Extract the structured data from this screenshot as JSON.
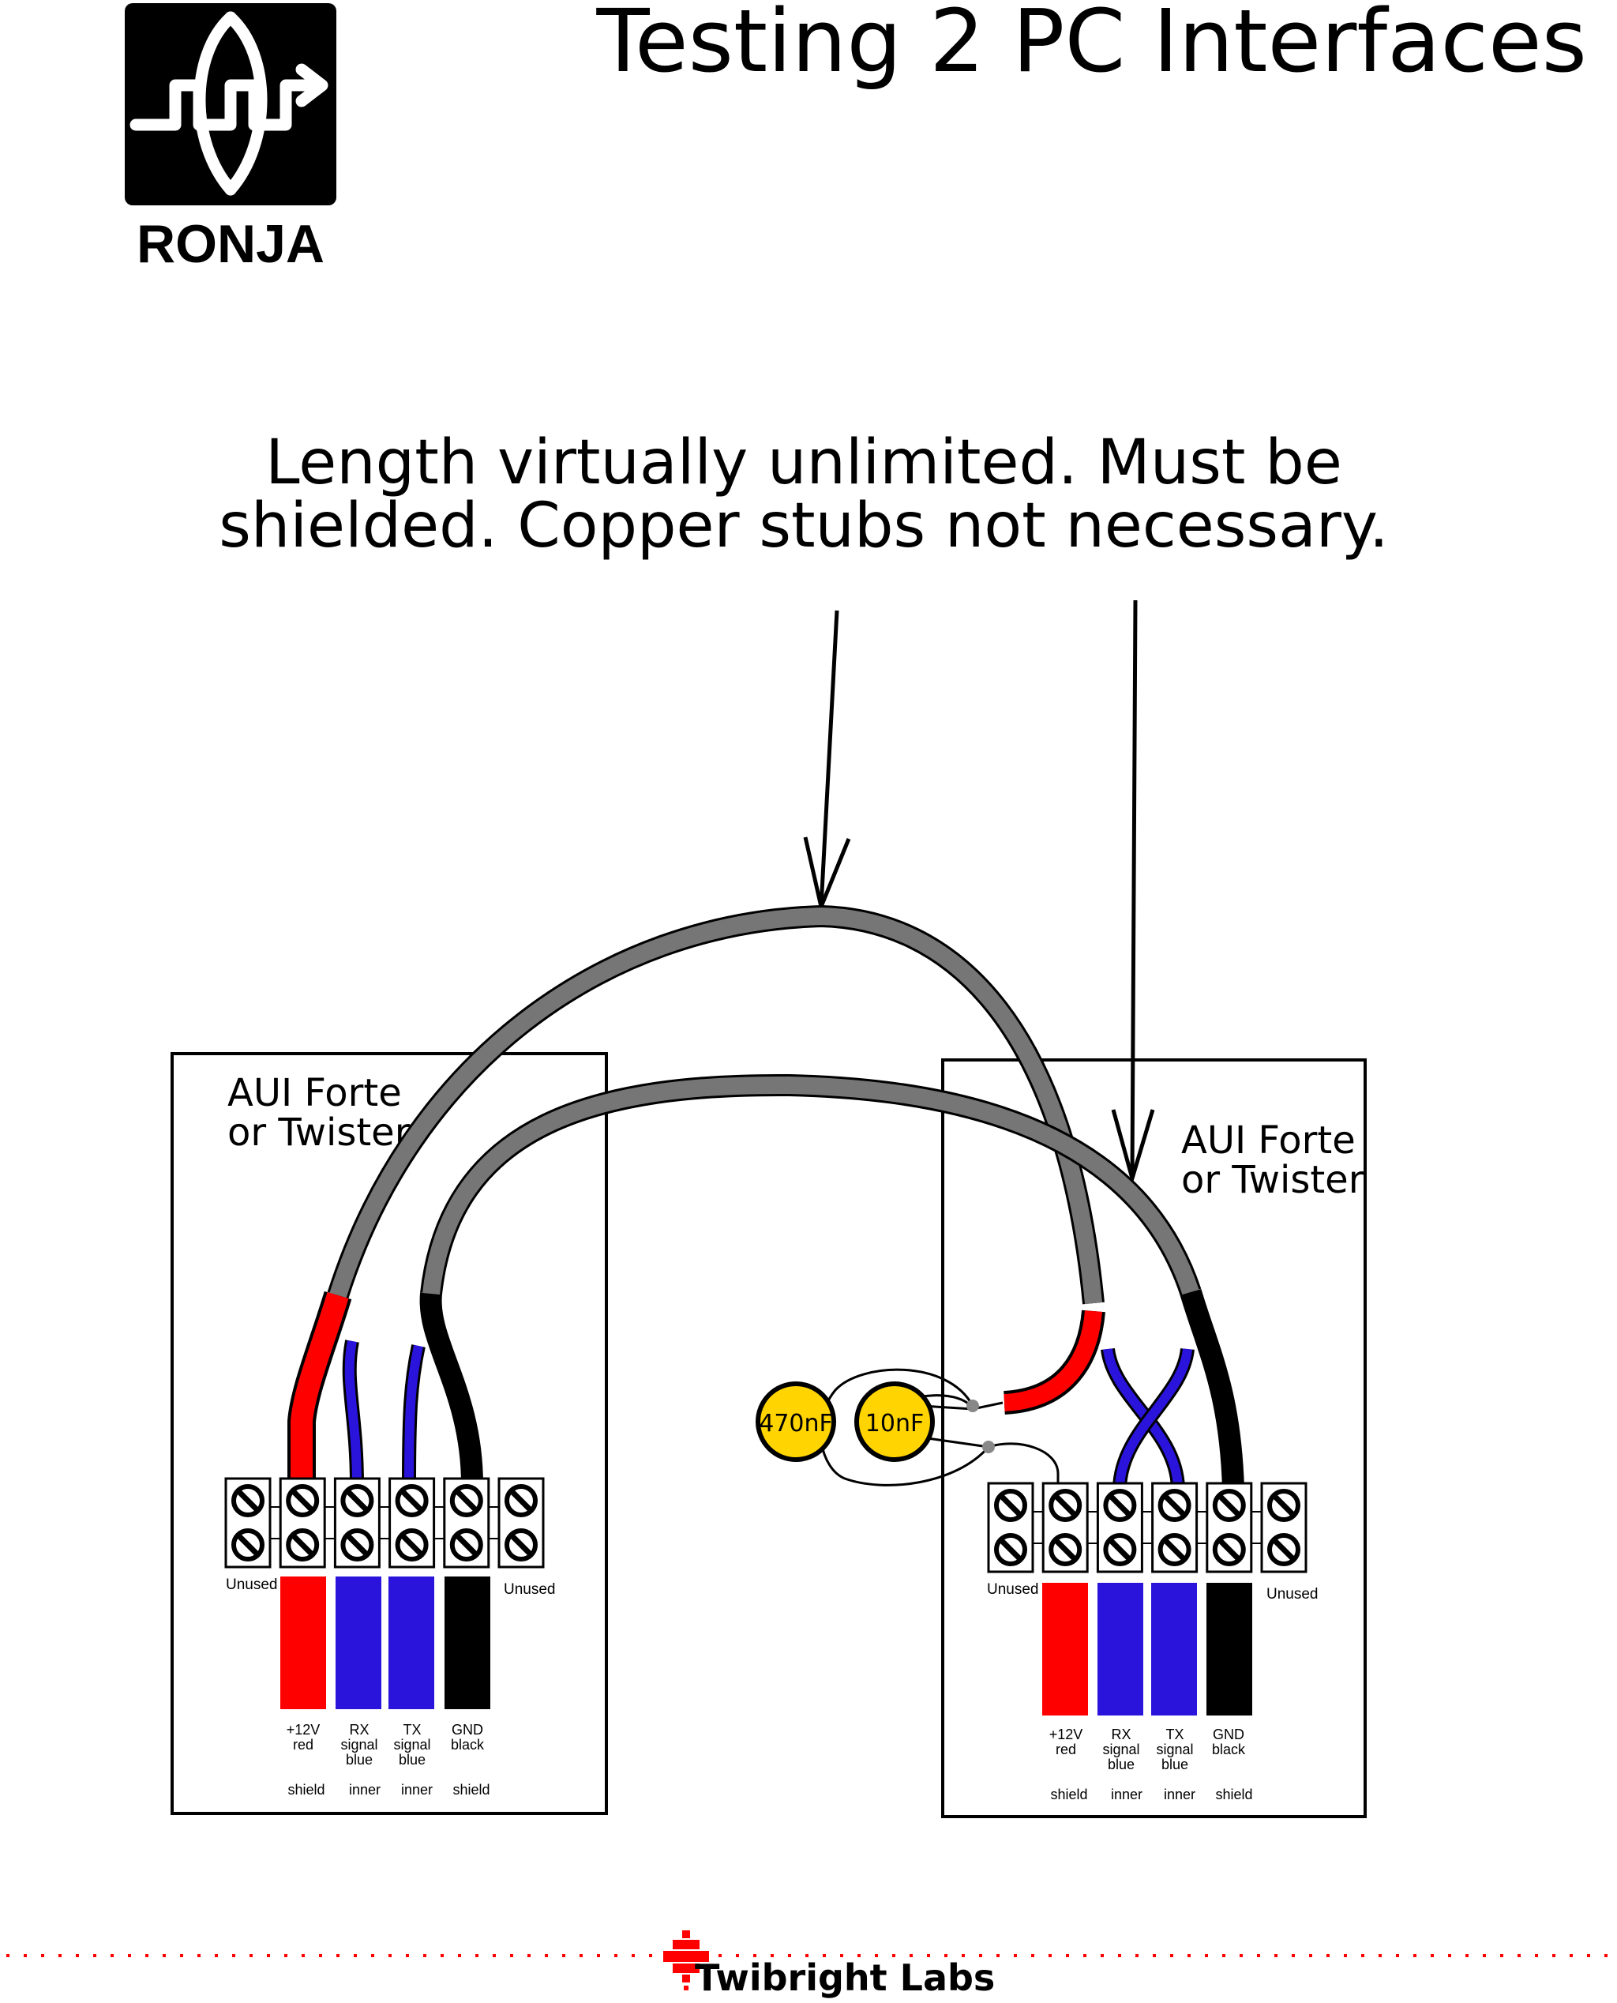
{
  "title": "Testing 2 PC Interfaces",
  "logo": {
    "text": "RONJA",
    "icon": "ronja-logo-icon"
  },
  "note": {
    "line1": "Length virtually unlimited. Must be",
    "line2": "shielded. Copper stubs not necessary."
  },
  "footer": {
    "text": "Twibright Labs"
  },
  "colors": {
    "red": "#ff0000",
    "blue": "#2a14dc",
    "black": "#000000",
    "cable": "#767676",
    "capacitor": "#ffd400"
  },
  "boxes": [
    {
      "title1": "AUI Forte",
      "title2": "or Twister",
      "unused_left": "Unused",
      "unused_right": "Unused",
      "wires": [
        {
          "l1": "+12V",
          "l2": "red",
          "l3": "",
          "role": "shield"
        },
        {
          "l1": "RX",
          "l2": "signal",
          "l3": "blue",
          "role": "inner"
        },
        {
          "l1": "TX",
          "l2": "signal",
          "l3": "blue",
          "role": "inner"
        },
        {
          "l1": "GND",
          "l2": "black",
          "l3": "",
          "role": "shield"
        }
      ]
    },
    {
      "title1": "AUI Forte",
      "title2": "or Twister",
      "unused_left": "Unused",
      "unused_right": "Unused",
      "wires": [
        {
          "l1": "+12V",
          "l2": "red",
          "l3": "",
          "role": "shield"
        },
        {
          "l1": "RX",
          "l2": "signal",
          "l3": "blue",
          "role": "inner"
        },
        {
          "l1": "TX",
          "l2": "signal",
          "l3": "blue",
          "role": "inner"
        },
        {
          "l1": "GND",
          "l2": "black",
          "l3": "",
          "role": "shield"
        }
      ]
    }
  ],
  "capacitors": [
    {
      "label": "470nF"
    },
    {
      "label": "10nF"
    }
  ]
}
